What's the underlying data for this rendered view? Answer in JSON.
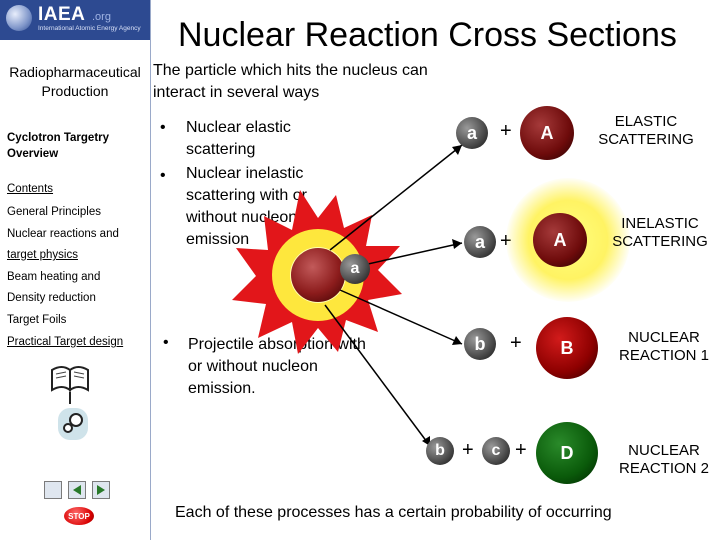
{
  "logo": {
    "name": "IAEA",
    "org": ".org",
    "sub": "International Atomic Energy Agency"
  },
  "title": "Nuclear Reaction Cross Sections",
  "sidebar": {
    "subtitle": "Radiopharmaceutical Production",
    "section": "Cyclotron Targetry Overview",
    "links": [
      "Contents",
      "General Principles",
      "Nuclear reactions and",
      "target physics",
      "Beam heating and",
      "Density reduction",
      "Target Foils",
      "Practical Target design"
    ],
    "stop_label": "STOP"
  },
  "main": {
    "intro": "The particle which hits the nucleus can interact in several ways",
    "bullets": [
      "Nuclear elastic scattering",
      "Nuclear inelastic scattering with or without nucleon emission"
    ],
    "bullet_dot": "•",
    "bullet3": "Projectile absorption with or without nucleon emission.",
    "projectile": "a",
    "rows": [
      {
        "p1": "a",
        "p2": "A",
        "label": "ELASTIC SCATTERING"
      },
      {
        "p1": "a",
        "p2": "A",
        "label": "INELASTIC SCATTERING"
      },
      {
        "p1": "b",
        "p2": "B",
        "label": "NUCLEAR REACTION 1"
      },
      {
        "p1": "b",
        "p1b": "c",
        "p2": "D",
        "label": "NUCLEAR REACTION 2"
      }
    ],
    "plus": "+",
    "footer": "Each of these processes has a certain probability of occurring"
  }
}
